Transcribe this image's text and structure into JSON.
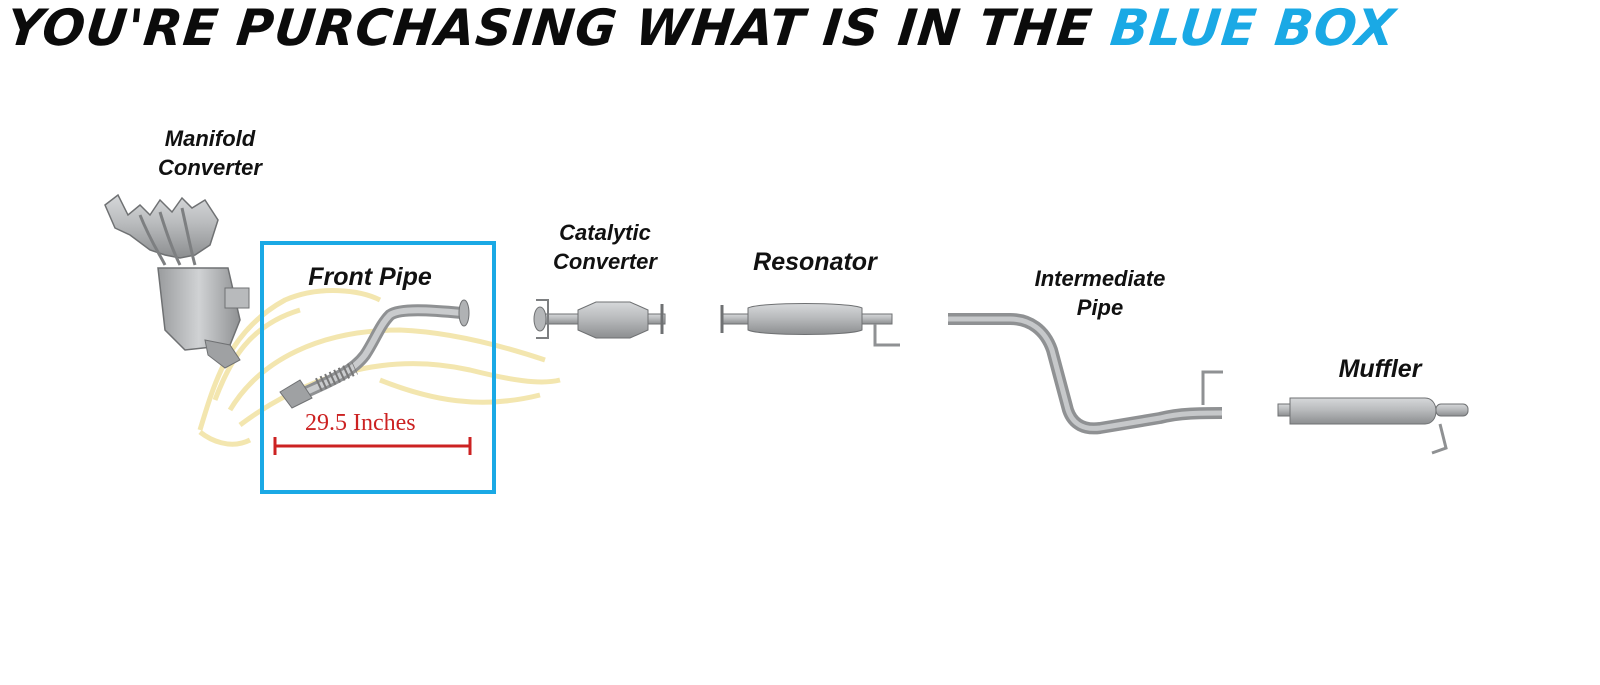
{
  "headline": {
    "prefix": "YOU'RE PURCHASING WHAT IS IN THE",
    "accent": "BLUE BOX"
  },
  "parts": {
    "manifold": {
      "line1": "Manifold",
      "line2": "Converter"
    },
    "front_pipe": {
      "label": "Front Pipe",
      "measurement": "29.5 Inches"
    },
    "catalytic": {
      "line1": "Catalytic",
      "line2": "Converter"
    },
    "resonator": {
      "label": "Resonator"
    },
    "intermediate": {
      "line1": "Intermediate",
      "line2": "Pipe"
    },
    "muffler": {
      "label": "Muffler"
    }
  },
  "colors": {
    "headline": "#0b0b0b",
    "accent": "#1aa9e5",
    "selection_box": "#1aa9e5",
    "measurement": "#cc2222",
    "metal": "#a7a9ab",
    "watermark": "#f3e5a8"
  },
  "icons": {
    "watermark": "horse-head-watermark-icon"
  }
}
